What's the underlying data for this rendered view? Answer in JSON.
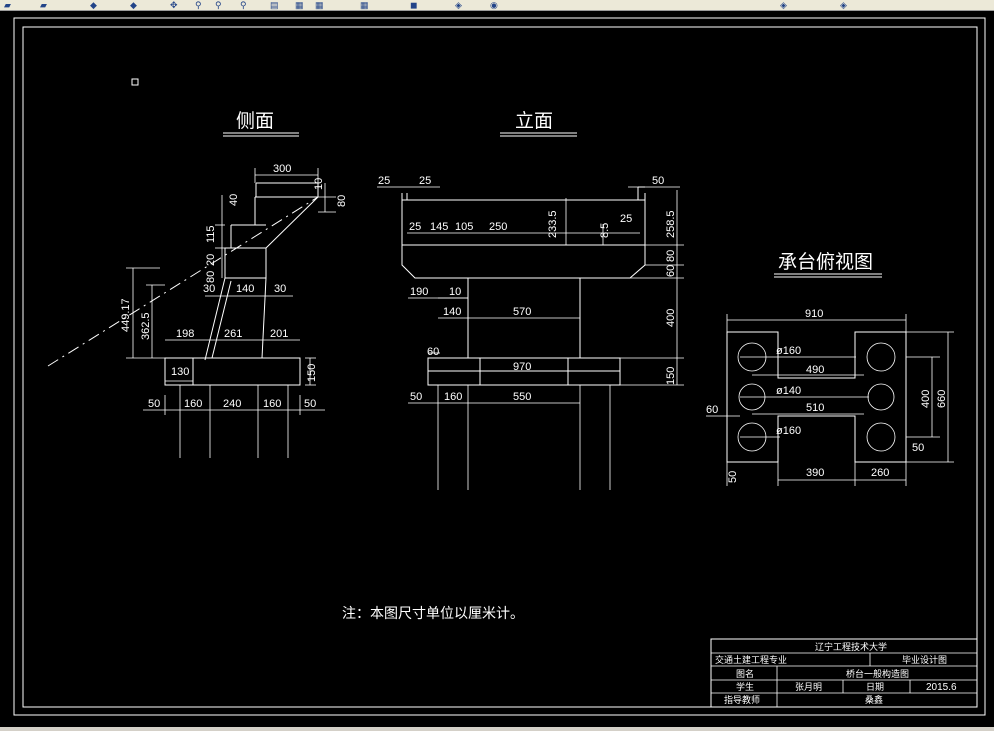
{
  "toolbar": {
    "icons": [
      "open-icon",
      "save-icon",
      "print-icon",
      "undo-icon",
      "redo-icon",
      "pan-icon",
      "zoom-realtime-icon",
      "zoom-window-icon",
      "zoom-previous-icon",
      "properties-icon",
      "design-center-icon",
      "tool-palette-icon",
      "layer-icon",
      "color-icon"
    ]
  },
  "views": {
    "side": {
      "title": "侧面"
    },
    "elevation": {
      "title": "立面"
    },
    "plan": {
      "title": "承台俯视图"
    }
  },
  "side_dims": {
    "d300": "300",
    "d10": "10",
    "d40": "40",
    "d80": "80",
    "d115": "115",
    "d20": "20",
    "d80b": "80",
    "d30a": "30",
    "d140": "140",
    "d30b": "30",
    "d449": "449.17",
    "d362": "362.5",
    "d198": "198",
    "d261": "261",
    "d201": "201",
    "d130": "130",
    "d150": "150",
    "d50a": "50",
    "d160a": "160",
    "d240": "240",
    "d160b": "160",
    "d50b": "50"
  },
  "elev_dims": {
    "d25a": "25",
    "d25b": "25",
    "d50": "50",
    "d25c": "25",
    "d145": "145",
    "d105": "105",
    "d250": "250",
    "d233": "233.5",
    "d85": "8.5",
    "d25d": "25",
    "d258": "258.5",
    "d80": "80",
    "d60": "60",
    "d190": "190",
    "d10": "10",
    "d140": "140",
    "d570": "570",
    "d400": "400",
    "d60b": "60",
    "d970": "970",
    "d150": "150",
    "d50b": "50",
    "d160": "160",
    "d550": "550"
  },
  "plan_dims": {
    "d910": "910",
    "phi160a": "ø160",
    "d490": "490",
    "phi140": "ø140",
    "d510": "510",
    "phi160b": "ø160",
    "d60": "60",
    "d400": "400",
    "d660": "660",
    "d50a": "50",
    "d50b": "50",
    "d390": "390",
    "d260": "260"
  },
  "note": "注：本图尺寸单位以厘米计。",
  "title_block": {
    "university": "辽宁工程技术大学",
    "major": "交通土建工程专业",
    "drawing_type": "毕业设计图",
    "name_label": "图名",
    "drawing_name": "桥台一般构造图",
    "student_label": "学生",
    "student_name": "张月明",
    "date_label": "日期",
    "date": "2015.6",
    "advisor_label": "指导教师",
    "advisor_name": "桑鑫"
  }
}
